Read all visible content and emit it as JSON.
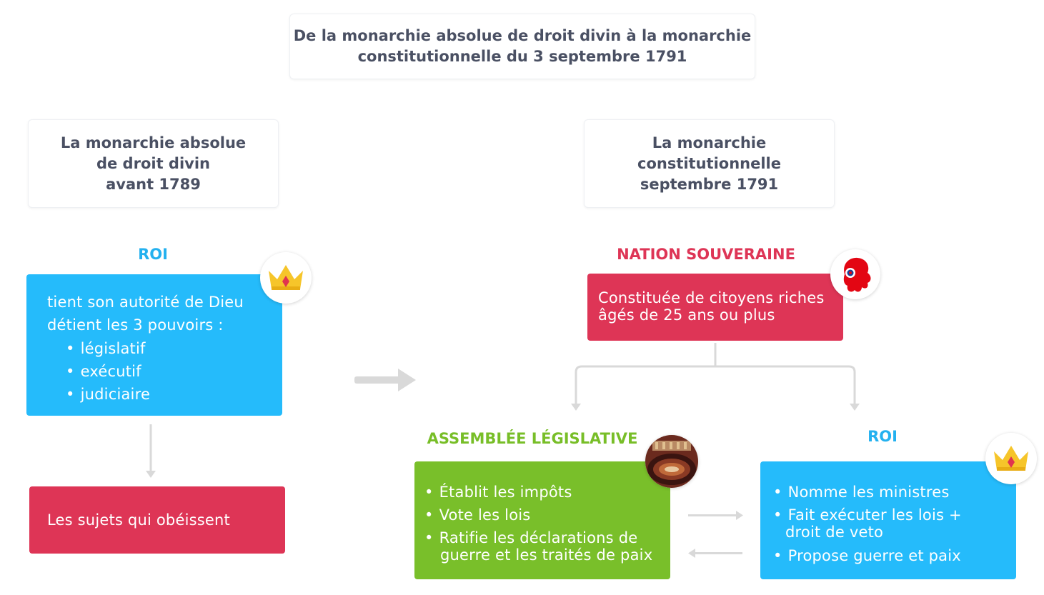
{
  "title": {
    "line1": "De la monarchie absolue de droit divin à la monarchie",
    "line2": "constitutionnelle du 3 septembre 1791"
  },
  "left": {
    "card": {
      "line1": "La monarchie absolue",
      "line2": "de droit divin",
      "line3": "avant 1789"
    },
    "heading": "ROI",
    "box": {
      "line1": "tient son autorité de Dieu",
      "line2": "détient les 3 pouvoirs :",
      "bullets": [
        "législatif",
        "exécutif",
        "judiciaire"
      ]
    },
    "subjects": "Les sujets qui obéissent"
  },
  "right": {
    "card": {
      "line1": "La monarchie",
      "line2": "constitutionnelle",
      "line3": "septembre 1791"
    },
    "nation": {
      "heading": "NATION SOUVERAINE",
      "line1": "Constituée de citoyens riches",
      "line2": "âgés de 25 ans ou plus"
    },
    "assembly": {
      "heading": "ASSEMBLÉE LÉGISLATIVE",
      "bullets": [
        [
          "Établit les impôts"
        ],
        [
          "Vote les lois"
        ],
        [
          "Ratifie les déclarations de",
          "guerre et les traités de paix"
        ]
      ]
    },
    "king": {
      "heading": "ROI",
      "bullets": [
        [
          "Nomme les ministres"
        ],
        [
          "Fait exécuter les lois +",
          "droit de veto"
        ],
        [
          "Propose guerre et paix"
        ]
      ]
    }
  },
  "colors": {
    "blue": "#25bbfb",
    "red": "#de3556",
    "green": "#79bf2a",
    "text": "#4a5063",
    "arrow": "#d9d9d9",
    "gold": "#f6c52a"
  },
  "icons": [
    "crown-icon",
    "marianne-bonnet-icon",
    "assembly-photo-icon"
  ]
}
